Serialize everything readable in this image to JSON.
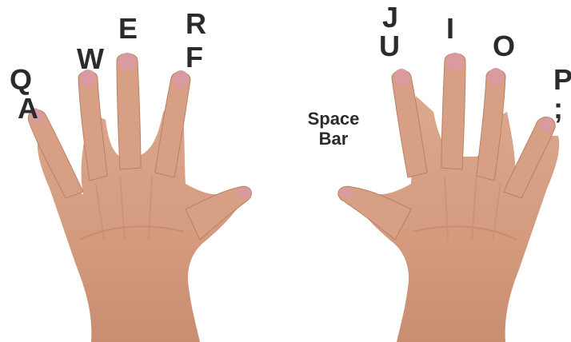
{
  "diagram": {
    "left_hand": {
      "pinky": {
        "top": "Q",
        "home": "A"
      },
      "ring": {
        "top": "W"
      },
      "middle": {
        "top": "E"
      },
      "index": {
        "top": "R",
        "home": "F"
      }
    },
    "thumbs": {
      "line1": "Space",
      "line2": "Bar"
    },
    "right_hand": {
      "index": {
        "top": "J",
        "home": "U"
      },
      "middle": {
        "top": "I"
      },
      "ring": {
        "top": "O"
      },
      "pinky": {
        "top": "P",
        "home": ";"
      }
    }
  },
  "colors": {
    "skin": "#d79f84",
    "skin_shadow": "#b77a5f",
    "nail": "#d99aa0",
    "label": "#2b2b2b",
    "background": "#ffffff"
  }
}
